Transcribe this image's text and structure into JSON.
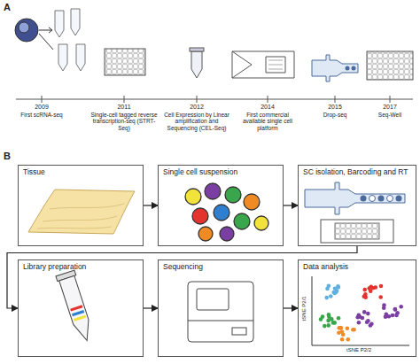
{
  "diagram": {
    "nodes": [
      {
        "text": [
          "Tissue"
        ]
      },
      {
        "text": [
          "Single cell suspension"
        ]
      },
      {
        "text": [
          "SC isolation, Barcoding and RT"
        ]
      },
      {
        "text": [
          "Library preparation"
        ]
      },
      {
        "text": [
          "Sequencing"
        ]
      },
      {
        "text": [
          "Data analysis"
        ]
      }
    ],
    "edges": [
      {
        "from": 0,
        "to": 1,
        "arrow": "to"
      },
      {
        "from": 1,
        "to": 2,
        "arrow": "to"
      },
      {
        "from": 2,
        "to": 3,
        "arrow": "to"
      },
      {
        "from": 3,
        "to": 4,
        "arrow": "to"
      },
      {
        "from": 4,
        "to": 5,
        "arrow": "to"
      }
    ],
    "labels": [
      "A",
      "2009",
      "First scRNA-seq",
      "2011",
      "Single-cell tagged reverse transcription-seq (STRT-Seq)",
      "2012",
      "Cell Expression by Linear amplification and Sequencing (CEL-Seq)",
      "2014",
      "First commercial available single cell platform",
      "2015",
      "Drop-seq",
      "2017",
      "Seq-Well",
      "B",
      "tSNE P2/1",
      "tSNE P2/2"
    ]
  }
}
